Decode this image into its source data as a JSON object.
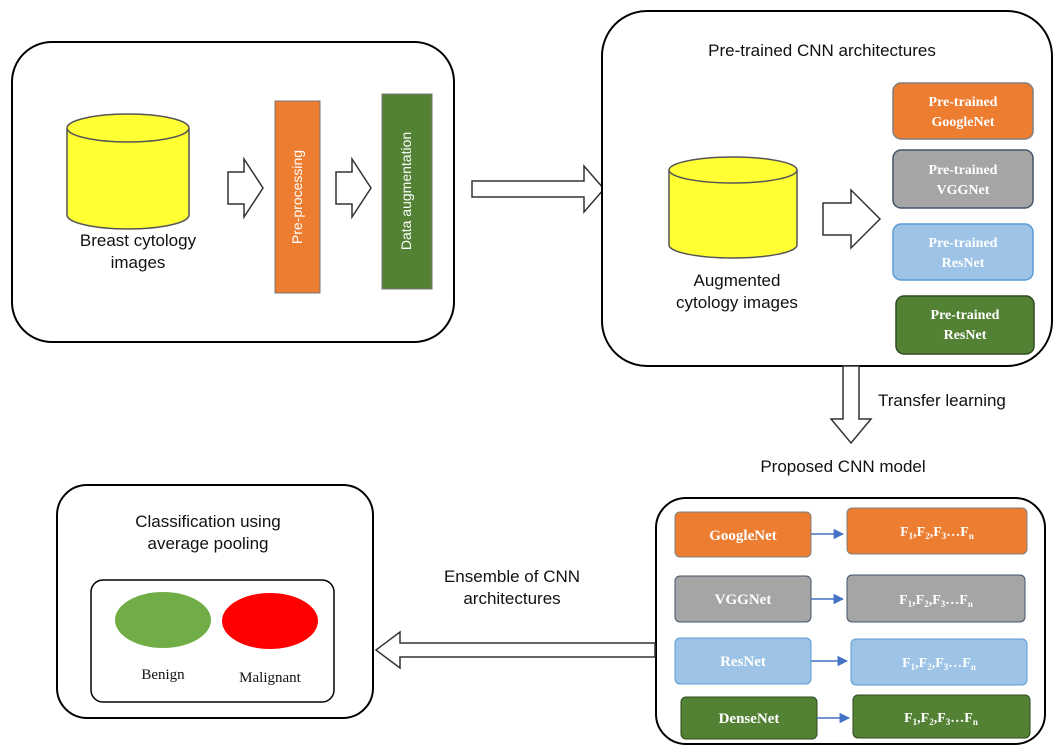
{
  "colors": {
    "orange": "#ed7d31",
    "gray": "#a5a5a5",
    "lightblue": "#9dc3e6",
    "green": "#548235",
    "yellow": "#ffff33",
    "blue_arrow": "#4472c4",
    "benign": "#70ad47",
    "malignant": "#ff0000"
  },
  "input": {
    "dataset_label_1": "Breast cytology",
    "dataset_label_2": "images",
    "preprocessing": "Pre-processing",
    "augmentation": "Data augmentation"
  },
  "pretrained": {
    "title": "Pre-trained CNN architectures",
    "dataset_label_1": "Augmented",
    "dataset_label_2": "cytology images",
    "models": [
      {
        "line1": "Pre-trained",
        "line2": "GoogleNet"
      },
      {
        "line1": "Pre-trained",
        "line2": "VGGNet"
      },
      {
        "line1": "Pre-trained",
        "line2": "ResNet"
      },
      {
        "line1": "Pre-trained",
        "line2": "ResNet"
      }
    ]
  },
  "transfer_learning": "Transfer learning",
  "proposed": {
    "title": "Proposed CNN model",
    "rows": [
      {
        "model": "GoogleNet"
      },
      {
        "model": "VGGNet"
      },
      {
        "model": "ResNet"
      },
      {
        "model": "DenseNet"
      }
    ],
    "feature_label": {
      "F": "F",
      "s1": "1",
      "s2": "2",
      "s3": "3",
      "dots": "…",
      "sn": "n"
    }
  },
  "ensemble": {
    "line1": "Ensemble of CNN",
    "line2": "architectures"
  },
  "classification": {
    "title_1": "Classification using",
    "title_2": "average pooling",
    "benign": "Benign",
    "malignant": "Malignant"
  }
}
